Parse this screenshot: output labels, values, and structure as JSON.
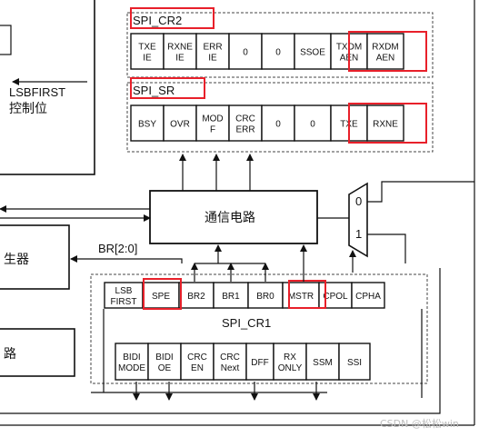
{
  "registers": {
    "cr2": {
      "title": "SPI_CR2",
      "cells": [
        [
          "TXE",
          "IE"
        ],
        [
          "RXNE",
          "IE"
        ],
        [
          "ERR",
          "IE"
        ],
        [
          "0"
        ],
        [
          "0"
        ],
        [
          "SSOE"
        ],
        [
          "TXDM",
          "AEN"
        ],
        [
          "RXDM",
          "AEN"
        ]
      ]
    },
    "sr": {
      "title": "SPI_SR",
      "cells": [
        [
          "BSY"
        ],
        [
          "OVR"
        ],
        [
          "MOD",
          "F"
        ],
        [
          "CRC",
          "ERR"
        ],
        [
          "0"
        ],
        [
          "0"
        ],
        [
          "TXE"
        ],
        [
          "RXNE"
        ]
      ]
    },
    "cr1": {
      "title": "SPI_CR1",
      "cells": [
        [
          "LSB",
          "FIRST"
        ],
        [
          "SPE"
        ],
        [
          "BR2"
        ],
        [
          "BR1"
        ],
        [
          "BR0"
        ],
        [
          "MSTR"
        ],
        [
          "CPOL"
        ],
        [
          "CPHA"
        ]
      ]
    },
    "bottom": {
      "cells": [
        [
          "BIDI",
          "MODE"
        ],
        [
          "BIDI",
          "OE"
        ],
        [
          "CRC",
          "EN"
        ],
        [
          "CRC",
          "Next"
        ],
        [
          "DFF"
        ],
        [
          "RX",
          "ONLY"
        ],
        [
          "SSM"
        ],
        [
          "SSI"
        ]
      ]
    }
  },
  "labels": {
    "lsbfirst": "LSBFIRST",
    "lsbfirst_cn": "控制位",
    "comm_circuit": "通信电路",
    "br": "BR[2:0]",
    "generator": "生器",
    "logic": "路",
    "mux_0": "0",
    "mux_1": "1"
  },
  "watermark": "CSDN @松松win",
  "colors": {
    "highlight": "#e8202a",
    "line": "#111111"
  }
}
